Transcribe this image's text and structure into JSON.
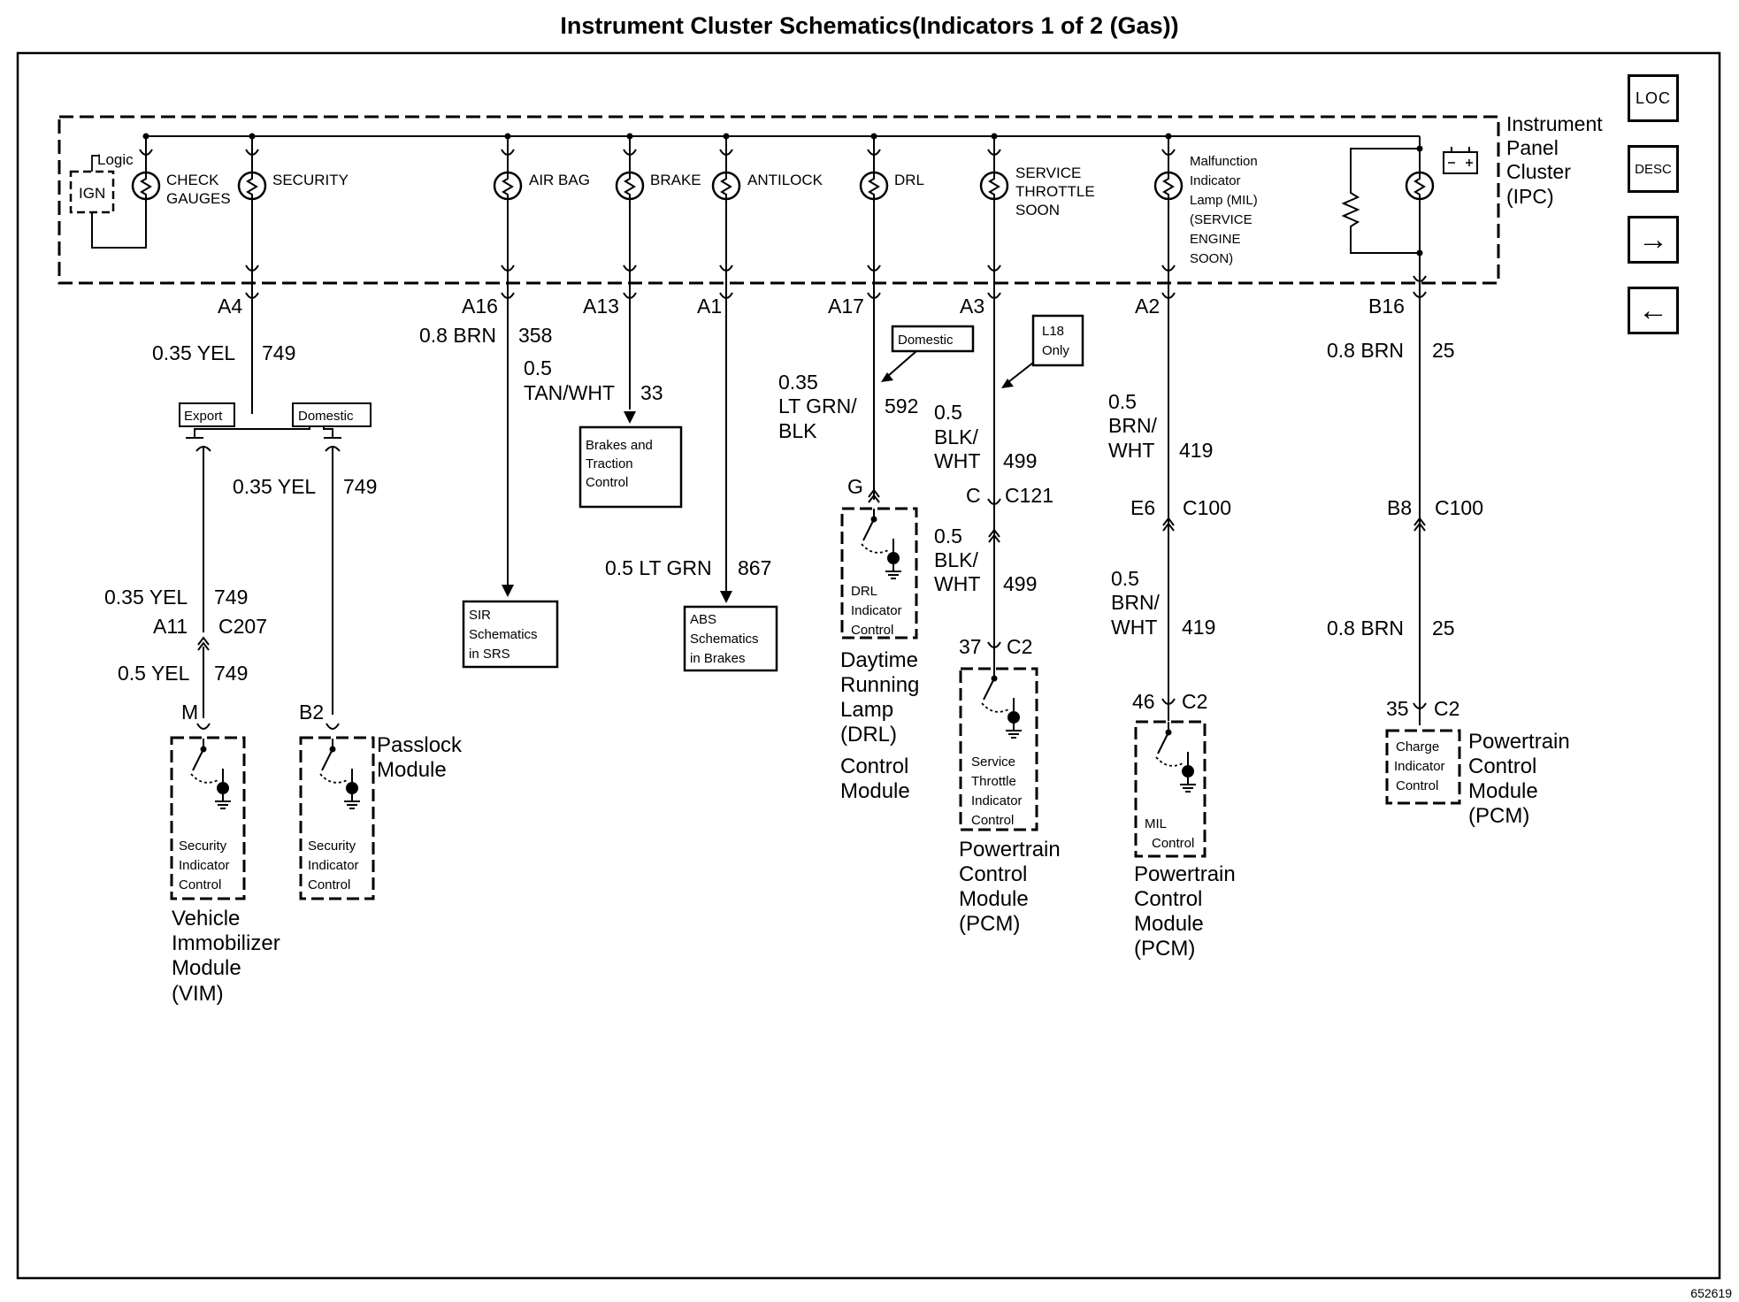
{
  "title": "Instrument Cluster Schematics(Indicators 1 of 2 (Gas))",
  "figure_id": "652619",
  "nav": {
    "loc": "LOC",
    "desc": "DESC",
    "next": "→",
    "prev": "←"
  },
  "ipc": {
    "name_lines": [
      "Instrument",
      "Panel",
      "Cluster",
      "(IPC)"
    ],
    "logic": "Logic",
    "ign": "IGN",
    "indicators": {
      "check_gauges": [
        "CHECK",
        "GAUGES"
      ],
      "security": "SECURITY",
      "air_bag": "AIR BAG",
      "brake": "BRAKE",
      "antilock": "ANTILOCK",
      "drl": "DRL",
      "service_throttle": [
        "SERVICE",
        "THROTTLE",
        "SOON"
      ],
      "mil": [
        "Malfunction",
        "Indicator",
        "Lamp (MIL)",
        "(SERVICE",
        "ENGINE",
        "SOON)"
      ]
    }
  },
  "pins": {
    "a4": "A4",
    "a16": "A16",
    "a13": "A13",
    "a1": "A1",
    "a17": "A17",
    "a3": "A3",
    "a2": "A2",
    "b16": "B16"
  },
  "wires": {
    "w749": {
      "gauge": "0.35 YEL",
      "circuit": "749"
    },
    "w749_vim_lower": {
      "gauge": "0.5 YEL",
      "circuit": "749"
    },
    "w358": {
      "gauge": "0.8 BRN",
      "circuit": "358"
    },
    "w33": {
      "gauge_lines": [
        "0.5",
        "TAN/WHT"
      ],
      "circuit": "33"
    },
    "w867": {
      "gauge": "0.5 LT GRN",
      "circuit": "867"
    },
    "w592": {
      "gauge_lines": [
        "0.35",
        "LT GRN/",
        "BLK"
      ],
      "circuit": "592"
    },
    "w499": {
      "gauge_lines": [
        "0.5",
        "BLK/",
        "WHT"
      ],
      "circuit": "499"
    },
    "w419": {
      "gauge_lines": [
        "0.5",
        "BRN/",
        "WHT"
      ],
      "circuit": "419"
    },
    "w25": {
      "gauge": "0.8 BRN",
      "circuit": "25"
    }
  },
  "options": {
    "export": "Export",
    "domestic": "Domestic",
    "l18_only": [
      "L18",
      "Only"
    ]
  },
  "connectors": {
    "a11": "A11",
    "c207": "C207",
    "m": "M",
    "b2": "B2",
    "g": "G",
    "c": "C",
    "c121": "C121",
    "pin37": "37",
    "c2": "C2",
    "e6": "E6",
    "c100": "C100",
    "pin46": "46",
    "b8": "B8",
    "pin35": "35"
  },
  "refs": {
    "brakes_traction": [
      "Brakes and",
      "Traction",
      "Control"
    ],
    "sir": [
      "SIR",
      "Schematics",
      "in SRS"
    ],
    "abs": [
      "ABS",
      "Schematics",
      "in Brakes"
    ]
  },
  "modules": {
    "vim": {
      "inner": [
        "Security",
        "Indicator",
        "Control"
      ],
      "name": [
        "Vehicle",
        "Immobilizer",
        "Module",
        "(VIM)"
      ]
    },
    "passlock": {
      "inner": [
        "Security",
        "Indicator",
        "Control"
      ],
      "name": [
        "Passlock",
        "Module"
      ]
    },
    "drl": {
      "inner": [
        "DRL",
        "Indicator",
        "Control"
      ],
      "name": [
        "Daytime",
        "Running",
        "Lamp",
        "(DRL)",
        "Control",
        "Module"
      ]
    },
    "pcm_throttle": {
      "inner": [
        "Service",
        "Throttle",
        "Indicator",
        "Control"
      ],
      "name": [
        "Powertrain",
        "Control",
        "Module",
        "(PCM)"
      ]
    },
    "pcm_mil": {
      "inner": [
        "MIL",
        "Control"
      ],
      "name": [
        "Powertrain",
        "Control",
        "Module",
        "(PCM)"
      ]
    },
    "pcm_charge": {
      "inner": [
        "Charge",
        "Indicator",
        "Control"
      ],
      "name": [
        "Powertrain",
        "Control",
        "Module",
        "(PCM)"
      ]
    }
  }
}
